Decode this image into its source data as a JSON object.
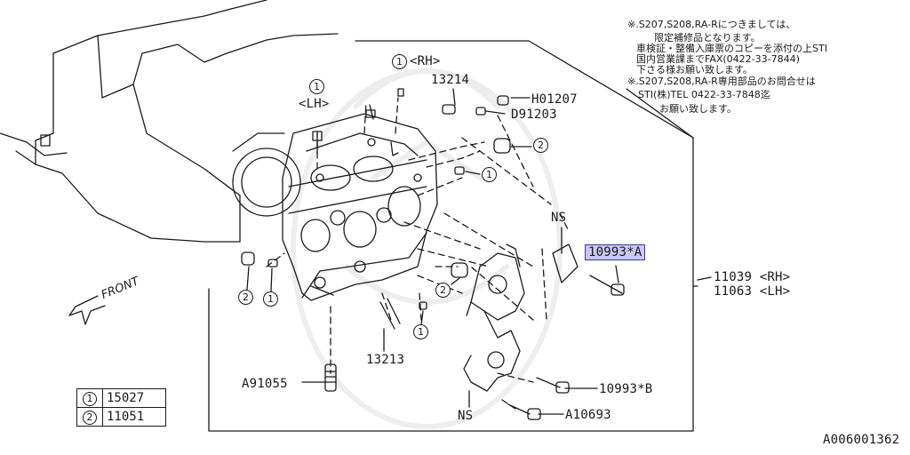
{
  "notes": {
    "line1": "※.S207,S208,RA-Rにつきましては、",
    "line2": "限定補修品となります。",
    "line3": "車検証・整備入庫票のコピーを添付の上STI",
    "line4": "国内営業課までFAX(0422-33-7844)",
    "line5": "下さる様お願い致します。",
    "line6": "※.S207,S208,RA-R専用部品のお問合せは",
    "line7": "STI(株)TEL 0422-33-7848迄",
    "line8": "お願い致します。"
  },
  "callouts": {
    "rh_circle": "1",
    "rh_label": "<RH>",
    "lh_circle": "1",
    "lh_label": "<LH>",
    "p13214": "13214",
    "pH01207": "H01207",
    "pD91203": "D91203",
    "c2_top": "2",
    "c1_mid": "1",
    "ns_top": "NS",
    "p10993A": "10993*A",
    "p11039": "11039 <RH>",
    "p11063": "11063 <LH>",
    "c2_left": "2",
    "c1_left": "1",
    "c2_center": "2",
    "c1_center": "1",
    "p13213": "13213",
    "pA91055": "A91055",
    "p10993B": "10993*B",
    "ns_bottom": "NS",
    "pA10693": "A10693",
    "front": "FRONT",
    "diagram_id": "A006001362"
  },
  "legend": [
    {
      "key": "1",
      "part": "15027"
    },
    {
      "key": "2",
      "part": "11051"
    }
  ],
  "colors": {
    "line": "#1a1a1a",
    "highlight": "#c9c7f2",
    "watermark": "#ececec"
  }
}
